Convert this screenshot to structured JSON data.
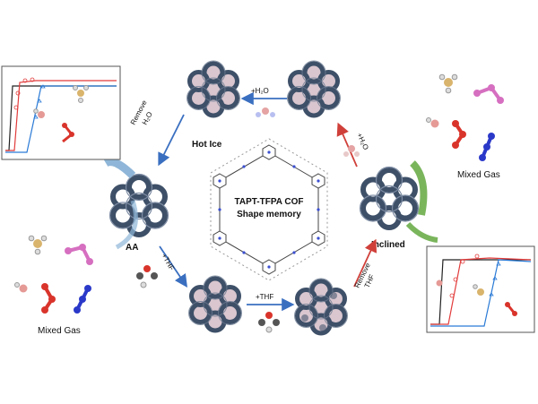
{
  "center": {
    "line1": "TAPT-TFPA COF",
    "line2": "Shape memory"
  },
  "states": {
    "hot_ice": "Hot Ice",
    "aa": "AA",
    "inclined": "Inclined"
  },
  "arrows": {
    "add_h2o_top": "+H₂O",
    "add_h2o_right": "+H₂O",
    "remove_h2o_line1": "Remove",
    "remove_h2o_line2": "H₂O",
    "add_thf_left": "+THF",
    "add_thf_bottom": "+THF",
    "remove_thf_line1": "Remove",
    "remove_thf_line2": "THF"
  },
  "gas_groups": {
    "left": "Mixed Gas",
    "right": "Mixed Gas"
  },
  "colors": {
    "framework": "#3e5068",
    "pore_fill": "#d9c6cf",
    "arrow_blue": "#3a6fc0",
    "arrow_red": "#d0403a",
    "green_arrow": "#7ab55c",
    "blue_curve_arrow": "#8fb6d8",
    "molecule_red": "#d9342b",
    "molecule_pink": "#d66fc0",
    "molecule_blue": "#2b39c9",
    "molecule_tan": "#d9b46c"
  }
}
